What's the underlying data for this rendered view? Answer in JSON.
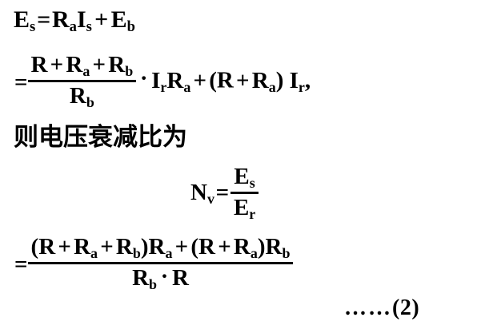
{
  "document": {
    "type": "scanned-math-formula-page",
    "language": "zh-CN",
    "background_color": "#ffffff",
    "text_color": "#000000"
  },
  "equations": {
    "line1": {
      "lhs_var": "E",
      "lhs_sub": "s",
      "eq": "=",
      "t1_var": "R",
      "t1_sub": "a",
      "t2_var": "I",
      "t2_sub": "s",
      "plus": "+",
      "t3_var": "E",
      "t3_sub": "b",
      "plain": "E_s = R_a I_s + E_b"
    },
    "line2": {
      "eq": "=",
      "num": {
        "a_var": "R",
        "plus1": "+",
        "b_var": "R",
        "b_sub": "a",
        "plus2": "+",
        "c_var": "R",
        "c_sub": "b"
      },
      "den": {
        "var": "R",
        "sub": "b"
      },
      "dot": "·",
      "rhs": {
        "i_var": "I",
        "i_sub": "r",
        "r_var": "R",
        "r_sub": "a",
        "plus": "+",
        "paren_open": "(",
        "p1_var": "R",
        "p_plus": "+",
        "p2_var": "R",
        "p2_sub": "a",
        "paren_close": ")",
        "last_var": "I",
        "last_sub": "r",
        "comma": ","
      },
      "plain": "= (R + R_a + R_b)/R_b · I_r R_a + (R + R_a) I_r,"
    },
    "chinese_text": "则电压衰减比为",
    "line4": {
      "lhs_var": "N",
      "lhs_sub": "v",
      "eq": "=",
      "num_var": "E",
      "num_sub": "s",
      "den_var": "E",
      "den_sub": "r",
      "plain": "N_v = E_s / E_r"
    },
    "line5": {
      "eq": "=",
      "num": {
        "open1": "(",
        "a_var": "R",
        "plus1": "+",
        "b_var": "R",
        "b_sub": "a",
        "plus2": "+",
        "c_var": "R",
        "c_sub": "b",
        "close1": ")",
        "d_var": "R",
        "d_sub": "a",
        "plus3": "+",
        "open2": "(",
        "e_var": "R",
        "plus4": "+",
        "f_var": "R",
        "f_sub": "a",
        "close2": ")",
        "g_var": "R",
        "g_sub": "b"
      },
      "den": {
        "a_var": "R",
        "a_sub": "b",
        "dot": "·",
        "b_var": "R"
      },
      "plain": "= [(R + R_a + R_b)R_a + (R + R_a)R_b] / (R_b · R)"
    },
    "equation_number": {
      "leader_dots": "……",
      "label": "(2)"
    }
  }
}
